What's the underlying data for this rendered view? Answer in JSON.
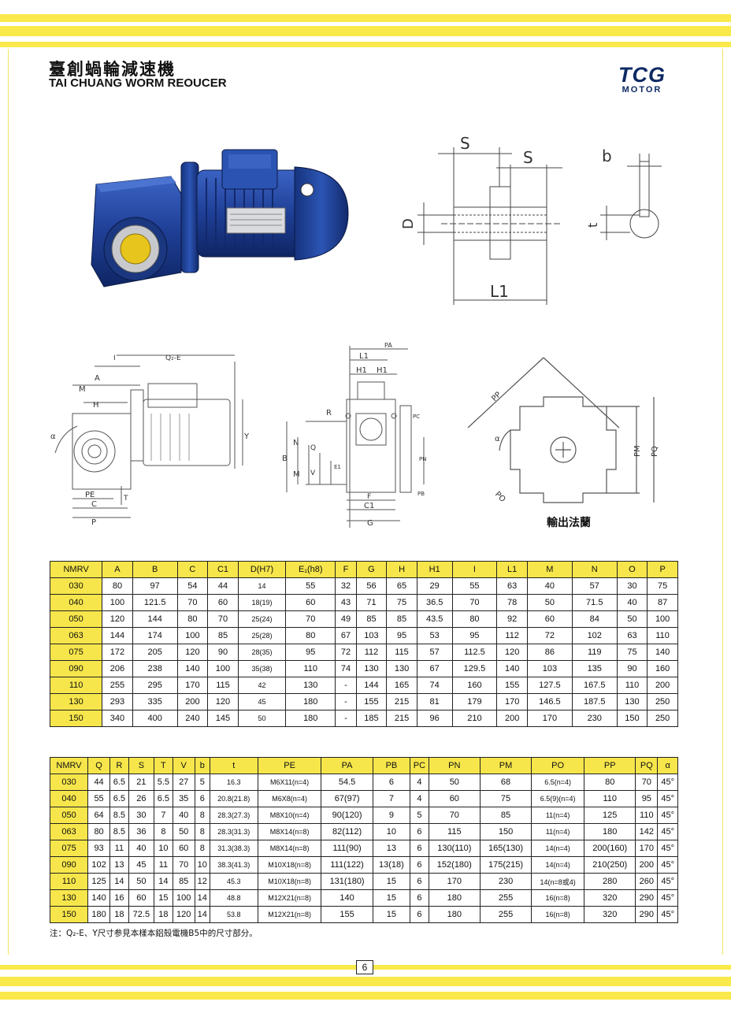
{
  "header": {
    "title_zh": "臺創蝸輪減速機",
    "title_en": "TAI CHUANG WORM REOUCER",
    "logo_main": "TCG",
    "logo_sub": "MOTOR"
  },
  "diagram_labels": {
    "shaft": {
      "s1": "S",
      "s2": "S",
      "d": "D",
      "l1": "L1",
      "b": "b",
      "t": "t"
    },
    "side": {
      "i": "I",
      "q2e": "Q₂-E",
      "a": "A",
      "m": "M",
      "h": "H",
      "alpha": "α",
      "pe": "PE",
      "c": "C",
      "p": "P",
      "t": "T",
      "y": "Y"
    },
    "front": {
      "pa": "PA",
      "l1": "L1",
      "h1a": "H1",
      "h1b": "H1",
      "pc": "PC",
      "r": "R",
      "b": "B",
      "n": "N",
      "q": "Q",
      "m": "M",
      "v": "V",
      "e1": "E1",
      "pn": "PN",
      "pb": "PB",
      "f": "F",
      "c1": "C1",
      "g": "G"
    },
    "flange": {
      "pp": "PP",
      "alpha": "α",
      "po": "PO",
      "pm": "PM",
      "pq": "PQ"
    }
  },
  "flange_caption": "輸出法蘭",
  "table1": {
    "headers": [
      "NMRV",
      "A",
      "B",
      "C",
      "C1",
      "D(H7)",
      "E₁(h8)",
      "F",
      "G",
      "H",
      "H1",
      "I",
      "L1",
      "M",
      "N",
      "O",
      "P"
    ],
    "rows": [
      [
        "030",
        "80",
        "97",
        "54",
        "44",
        "14",
        "55",
        "32",
        "56",
        "65",
        "29",
        "55",
        "63",
        "40",
        "57",
        "30",
        "75"
      ],
      [
        "040",
        "100",
        "121.5",
        "70",
        "60",
        "18(19)",
        "60",
        "43",
        "71",
        "75",
        "36.5",
        "70",
        "78",
        "50",
        "71.5",
        "40",
        "87"
      ],
      [
        "050",
        "120",
        "144",
        "80",
        "70",
        "25(24)",
        "70",
        "49",
        "85",
        "85",
        "43.5",
        "80",
        "92",
        "60",
        "84",
        "50",
        "100"
      ],
      [
        "063",
        "144",
        "174",
        "100",
        "85",
        "25(28)",
        "80",
        "67",
        "103",
        "95",
        "53",
        "95",
        "112",
        "72",
        "102",
        "63",
        "110"
      ],
      [
        "075",
        "172",
        "205",
        "120",
        "90",
        "28(35)",
        "95",
        "72",
        "112",
        "115",
        "57",
        "112.5",
        "120",
        "86",
        "119",
        "75",
        "140"
      ],
      [
        "090",
        "206",
        "238",
        "140",
        "100",
        "35(38)",
        "110",
        "74",
        "130",
        "130",
        "67",
        "129.5",
        "140",
        "103",
        "135",
        "90",
        "160"
      ],
      [
        "110",
        "255",
        "295",
        "170",
        "115",
        "42",
        "130",
        "-",
        "144",
        "165",
        "74",
        "160",
        "155",
        "127.5",
        "167.5",
        "110",
        "200"
      ],
      [
        "130",
        "293",
        "335",
        "200",
        "120",
        "45",
        "180",
        "-",
        "155",
        "215",
        "81",
        "179",
        "170",
        "146.5",
        "187.5",
        "130",
        "250"
      ],
      [
        "150",
        "340",
        "400",
        "240",
        "145",
        "50",
        "180",
        "-",
        "185",
        "215",
        "96",
        "210",
        "200",
        "170",
        "230",
        "150",
        "250"
      ]
    ]
  },
  "table2": {
    "headers": [
      "NMRV",
      "Q",
      "R",
      "S",
      "T",
      "V",
      "b",
      "t",
      "PE",
      "PA",
      "PB",
      "PC",
      "PN",
      "PM",
      "PO",
      "PP",
      "PQ",
      "α"
    ],
    "rows": [
      [
        "030",
        "44",
        "6.5",
        "21",
        "5.5",
        "27",
        "5",
        "16.3",
        "M6X11(n=4)",
        "54.5",
        "6",
        "4",
        "50",
        "68",
        "6.5(n=4)",
        "80",
        "70",
        "45°"
      ],
      [
        "040",
        "55",
        "6.5",
        "26",
        "6.5",
        "35",
        "6",
        "20.8(21.8)",
        "M6X8(n=4)",
        "67(97)",
        "7",
        "4",
        "60",
        "75",
        "6.5(9)(n=4)",
        "110",
        "95",
        "45°"
      ],
      [
        "050",
        "64",
        "8.5",
        "30",
        "7",
        "40",
        "8",
        "28.3(27.3)",
        "M8X10(n=4)",
        "90(120)",
        "9",
        "5",
        "70",
        "85",
        "11(n=4)",
        "125",
        "110",
        "45°"
      ],
      [
        "063",
        "80",
        "8.5",
        "36",
        "8",
        "50",
        "8",
        "28.3(31.3)",
        "M8X14(n=8)",
        "82(112)",
        "10",
        "6",
        "115",
        "150",
        "11(n=4)",
        "180",
        "142",
        "45°"
      ],
      [
        "075",
        "93",
        "11",
        "40",
        "10",
        "60",
        "8",
        "31.3(38.3)",
        "M8X14(n=8)",
        "111(90)",
        "13",
        "6",
        "130(110)",
        "165(130)",
        "14(n=4)",
        "200(160)",
        "170",
        "45°"
      ],
      [
        "090",
        "102",
        "13",
        "45",
        "11",
        "70",
        "10",
        "38.3(41.3)",
        "M10X18(n=8)",
        "111(122)",
        "13(18)",
        "6",
        "152(180)",
        "175(215)",
        "14(n=4)",
        "210(250)",
        "200",
        "45°"
      ],
      [
        "110",
        "125",
        "14",
        "50",
        "14",
        "85",
        "12",
        "45.3",
        "M10X18(n=8)",
        "131(180)",
        "15",
        "6",
        "170",
        "230",
        "14(n=8或4)",
        "280",
        "260",
        "45°"
      ],
      [
        "130",
        "140",
        "16",
        "60",
        "15",
        "100",
        "14",
        "48.8",
        "M12X21(n=8)",
        "140",
        "15",
        "6",
        "180",
        "255",
        "16(n=8)",
        "320",
        "290",
        "45°"
      ],
      [
        "150",
        "180",
        "18",
        "72.5",
        "18",
        "120",
        "14",
        "53.8",
        "M12X21(n=8)",
        "155",
        "15",
        "6",
        "180",
        "255",
        "16(n=8)",
        "320",
        "290",
        "45°"
      ]
    ]
  },
  "note": "注：Q₂-E、Y尺寸参見本樣本鋁殼電機B5中的尺寸部分。",
  "page_number": "6",
  "colors": {
    "stripe": "#fae94a",
    "header_cell": "#f7e64b",
    "motor_blue": "#1f3f96",
    "logo": "#0d2a63"
  }
}
